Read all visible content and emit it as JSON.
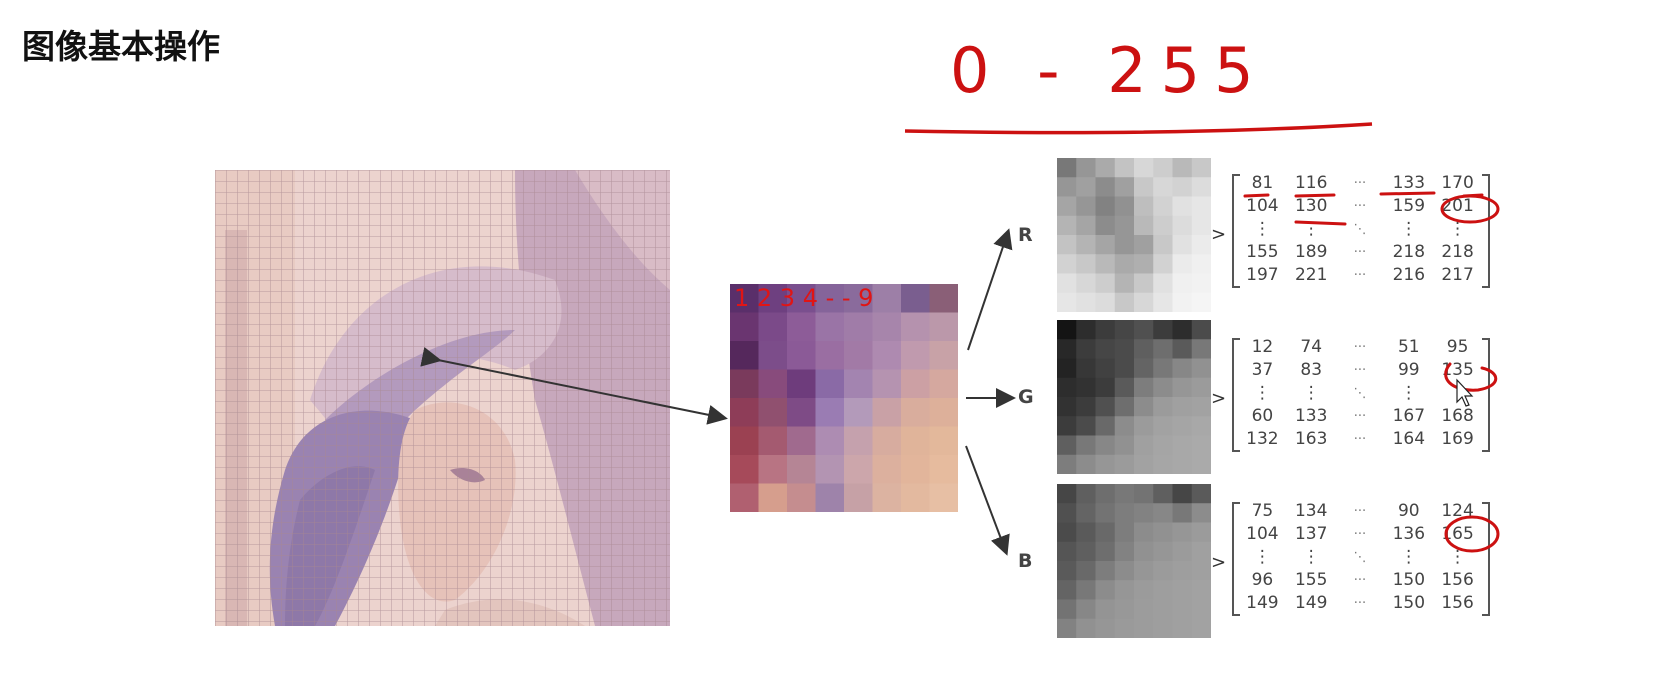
{
  "title": "图像基本操作",
  "annotation": {
    "range_text": "0 - 255",
    "column_numbers": "1 2 3 4 - - 9"
  },
  "channels": [
    {
      "label": "R",
      "matrix": [
        [
          "81",
          "116",
          "···",
          "133",
          "170"
        ],
        [
          "104",
          "130",
          "···",
          "159",
          "201"
        ],
        [
          "⋮",
          "⋮",
          "⋱",
          "⋮",
          "⋮"
        ],
        [
          "155",
          "189",
          "···",
          "218",
          "218"
        ],
        [
          "197",
          "221",
          "···",
          "216",
          "217"
        ]
      ]
    },
    {
      "label": "G",
      "matrix": [
        [
          "12",
          "74",
          "···",
          "51",
          "95"
        ],
        [
          "37",
          "83",
          "···",
          "99",
          "135"
        ],
        [
          "⋮",
          "⋮",
          "⋱",
          "⋮",
          "⋮"
        ],
        [
          "60",
          "133",
          "···",
          "167",
          "168"
        ],
        [
          "132",
          "163",
          "···",
          "164",
          "169"
        ]
      ]
    },
    {
      "label": "B",
      "matrix": [
        [
          "75",
          "134",
          "···",
          "90",
          "124"
        ],
        [
          "104",
          "137",
          "···",
          "136",
          "165"
        ],
        [
          "⋮",
          "⋮",
          "⋱",
          "⋮",
          "⋮"
        ],
        [
          "96",
          "155",
          "···",
          "150",
          "156"
        ],
        [
          "149",
          "149",
          "···",
          "150",
          "156"
        ]
      ]
    }
  ],
  "matrix_prefix": ">",
  "colors": {
    "annotation_red": "#cc1111",
    "arrow": "#333333",
    "grid_line": "#a88890"
  }
}
